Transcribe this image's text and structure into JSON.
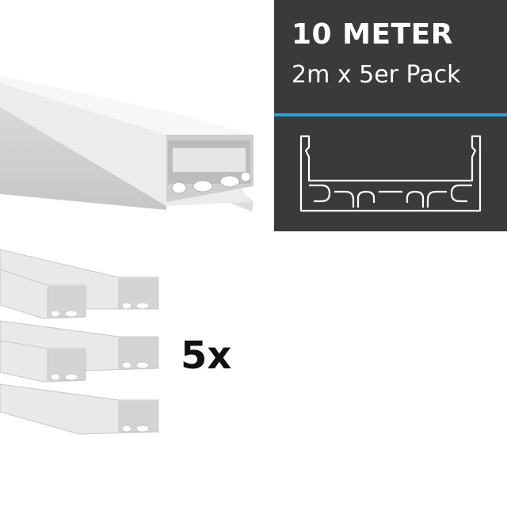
{
  "banner": {
    "title": "10 METER",
    "subtitle": "2m x 5er Pack",
    "background_color": "#3a3a3a",
    "accent_color": "#2a9fd8"
  },
  "quantity": {
    "label": "5x"
  },
  "icons": {
    "profile_cross_section": "aluminium-profile-cross-section-icon"
  }
}
